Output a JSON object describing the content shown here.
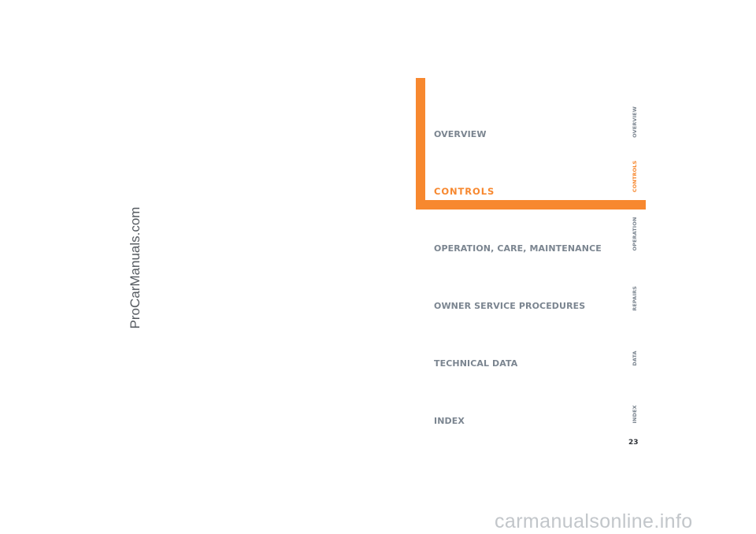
{
  "watermark_left": "ProCarManuals.com",
  "sections": [
    {
      "label": "OVERVIEW",
      "active": false
    },
    {
      "label": "CONTROLS",
      "active": true
    },
    {
      "label": "OPERATION, CARE, MAINTENANCE",
      "active": false
    },
    {
      "label": "OWNER SERVICE PROCEDURES",
      "active": false
    },
    {
      "label": "TECHNICAL DATA",
      "active": false
    },
    {
      "label": "INDEX",
      "active": false
    }
  ],
  "side_tabs": [
    {
      "label": "OVERVIEW",
      "active": false
    },
    {
      "label": "CONTROLS",
      "active": true
    },
    {
      "label": "OPERATION",
      "active": false
    },
    {
      "label": "REPAIRS",
      "active": false
    },
    {
      "label": "DATA",
      "active": false
    },
    {
      "label": "INDEX",
      "active": false
    }
  ],
  "page_number": "23",
  "watermark_bottom": "carmanualsonline.info",
  "colors": {
    "accent": "#f7882f",
    "text_gray": "#7b8590",
    "page_number": "#2f3338",
    "watermark_bottom": "#c2c6ca"
  }
}
